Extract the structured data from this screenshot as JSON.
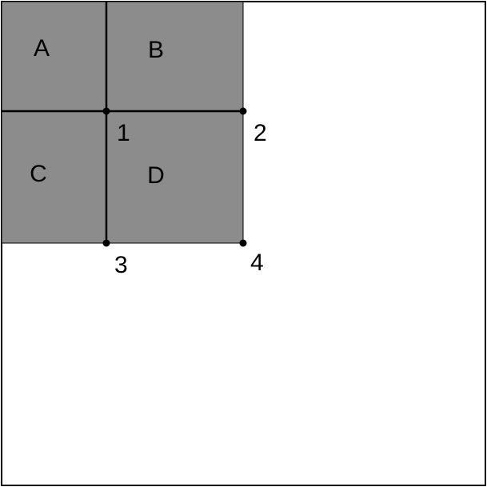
{
  "colors": {
    "background": "#ffffff",
    "shaded_region": "#8c8c8c",
    "lines": "#000000"
  },
  "regions": [
    {
      "id": "A",
      "label": "A"
    },
    {
      "id": "B",
      "label": "B"
    },
    {
      "id": "C",
      "label": "C"
    },
    {
      "id": "D",
      "label": "D"
    }
  ],
  "points": [
    {
      "id": "1",
      "label": "1"
    },
    {
      "id": "2",
      "label": "2"
    },
    {
      "id": "3",
      "label": "3"
    },
    {
      "id": "4",
      "label": "4"
    }
  ]
}
